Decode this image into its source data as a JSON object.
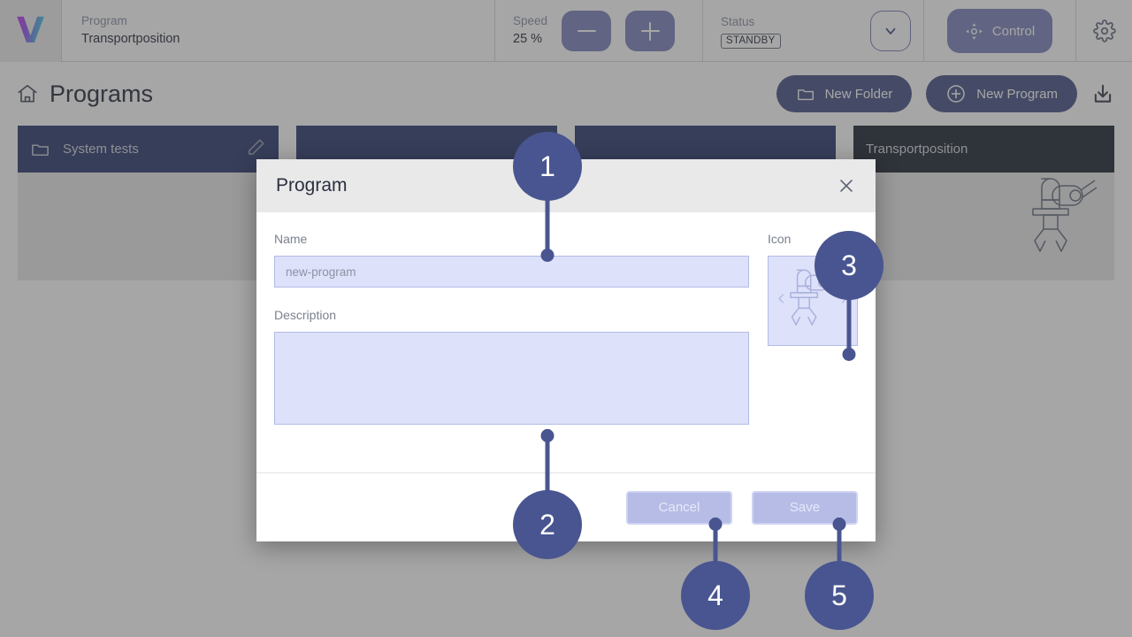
{
  "topbar": {
    "logo_text": "V",
    "program": {
      "label": "Program",
      "value": "Transportposition"
    },
    "speed": {
      "label": "Speed",
      "value": "25 %",
      "decrease_label": "−",
      "increase_label": "+"
    },
    "status": {
      "label": "Status",
      "badge": "STANDBY"
    },
    "control": {
      "label": "Control"
    },
    "settings_icon": "gear-icon",
    "expand_icon": "chevron-down-icon"
  },
  "page": {
    "title": "Programs",
    "home_icon": "home-icon",
    "new_folder_label": "New Folder",
    "new_program_label": "New Program",
    "import_icon": "download-icon",
    "cards": [
      {
        "type": "folder",
        "title": "System tests",
        "icon": "folder-icon",
        "action_icon": "pencil-icon"
      },
      {
        "type": "blank",
        "title": "",
        "icon": "",
        "action_icon": ""
      },
      {
        "type": "blank",
        "title": "",
        "icon": "",
        "action_icon": ""
      },
      {
        "type": "program",
        "title": "Transportposition",
        "icon": "robot-arm-icon",
        "action_icon": ""
      }
    ]
  },
  "modal": {
    "title": "Program",
    "close_icon": "close-icon",
    "name": {
      "label": "Name",
      "value": "",
      "placeholder": "new-program"
    },
    "description": {
      "label": "Description",
      "value": "",
      "placeholder": ""
    },
    "icon_field": {
      "label": "Icon",
      "selected_icon": "robot-arm-icon",
      "prev_icon": "chevron-left-icon",
      "next_icon": "chevron-right-icon"
    },
    "cancel_label": "Cancel",
    "save_label": "Save"
  },
  "annotations": [
    {
      "number": "1",
      "target": "name-input"
    },
    {
      "number": "2",
      "target": "description-textarea"
    },
    {
      "number": "3",
      "target": "icon-picker"
    },
    {
      "number": "4",
      "target": "cancel-button"
    },
    {
      "number": "5",
      "target": "save-button"
    }
  ],
  "colors": {
    "accent": "#8086bd",
    "annotation": "#495590",
    "folder_header": "#323f74",
    "program_header": "#242c38",
    "pill": "#4c5789",
    "field_fill": "#dde1f9"
  }
}
